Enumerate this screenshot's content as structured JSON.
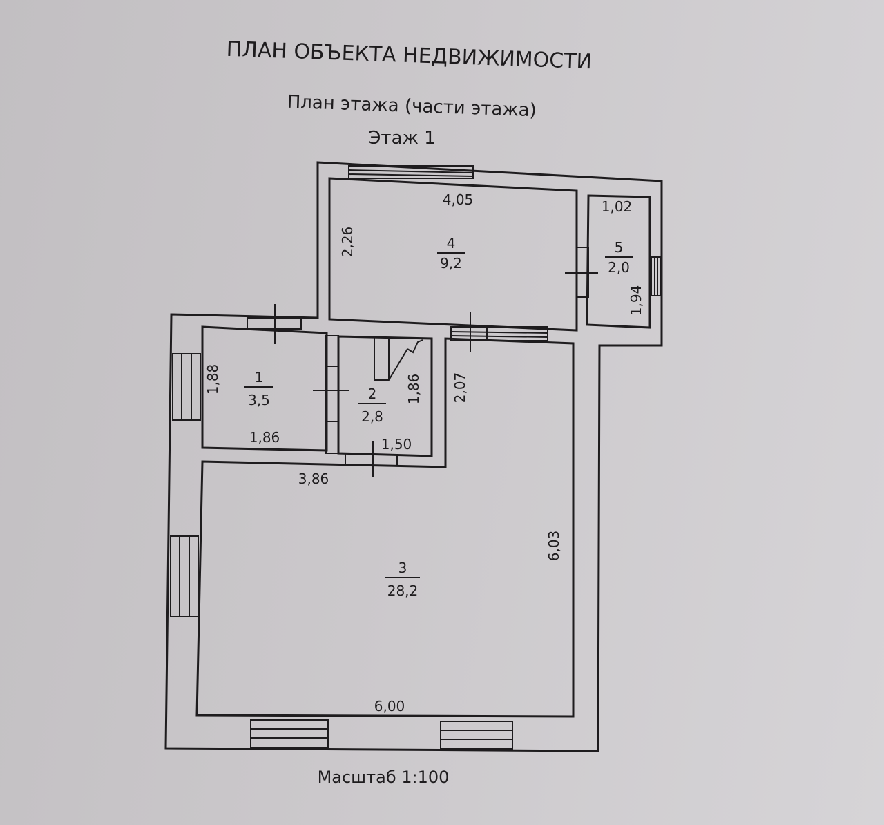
{
  "title": "ПЛАН ОБЪЕКТА НЕДВИЖИМОСТИ",
  "subtitle": "План этажа (части этажа)",
  "floor": "Этаж 1",
  "scale": "Масштаб 1:100",
  "rooms": [
    {
      "number": "1",
      "area": "3,5"
    },
    {
      "number": "2",
      "area": "2,8"
    },
    {
      "number": "3",
      "area": "28,2"
    },
    {
      "number": "4",
      "area": "9,2"
    },
    {
      "number": "5",
      "area": "2,0"
    }
  ],
  "dimensions": {
    "room4_width": "4,05",
    "room4_depth": "2,26",
    "room5_width": "1,02",
    "room5_depth": "1,94",
    "room1_depth": "1,88",
    "room1_width": "1,86",
    "room2_depth": "1,86",
    "room2_width": "1,50",
    "corridor_depth": "2,07",
    "room3_top": "3,86",
    "room3_depth": "6,03",
    "room3_width": "6,00"
  }
}
